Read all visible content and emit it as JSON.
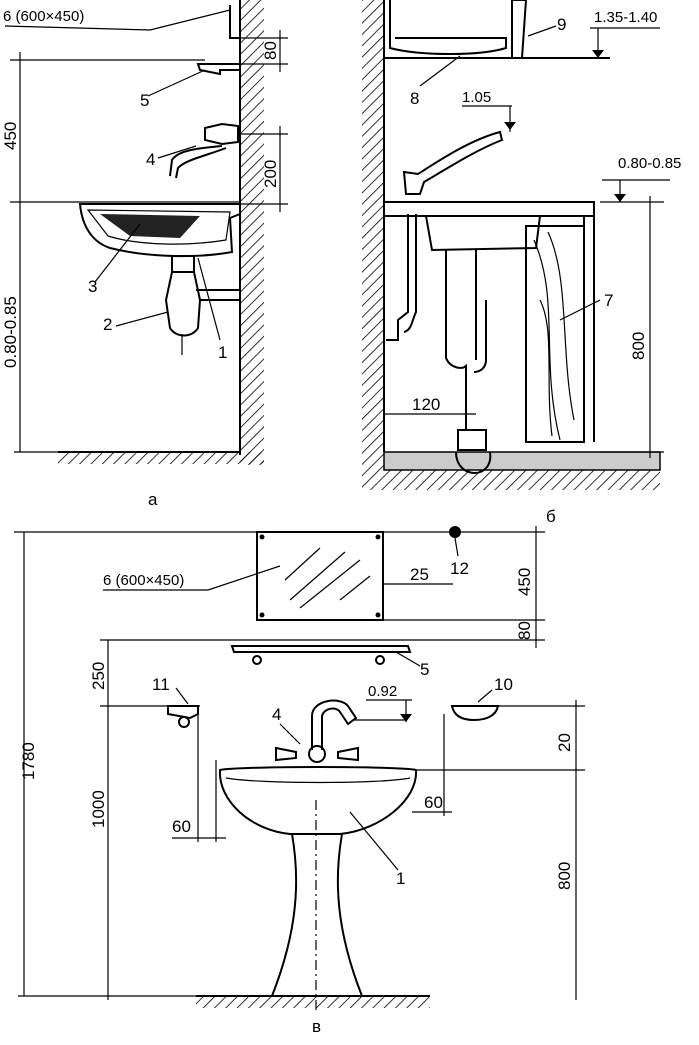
{
  "panels": {
    "a": "а",
    "b": "б",
    "c": "в"
  },
  "a": {
    "mirror_label": "6 (600×450)",
    "dim_80": "80",
    "dim_200": "200",
    "dim_450": "450",
    "dim_height": "0.80-0.85",
    "parts": [
      "5",
      "4",
      "3",
      "2",
      "1"
    ]
  },
  "b": {
    "level_top": "1.35-1.40",
    "level_tap": "1.05",
    "level_sink": "0.80-0.85",
    "dim_800": "800",
    "dim_120": "120",
    "parts": [
      "9",
      "8",
      "7"
    ]
  },
  "c": {
    "mirror_label": "6 (600×450)",
    "dim_25": "25",
    "dim_450": "450",
    "dim_80": "80",
    "dim_250": "250",
    "dim_1780": "1780",
    "dim_1000": "1000",
    "dim_800": "800",
    "dim_20": "20",
    "dim_60_left": "60",
    "dim_60_right": "60",
    "level_092": "0.92",
    "parts": [
      "12",
      "5",
      "11",
      "10",
      "4",
      "1"
    ]
  }
}
